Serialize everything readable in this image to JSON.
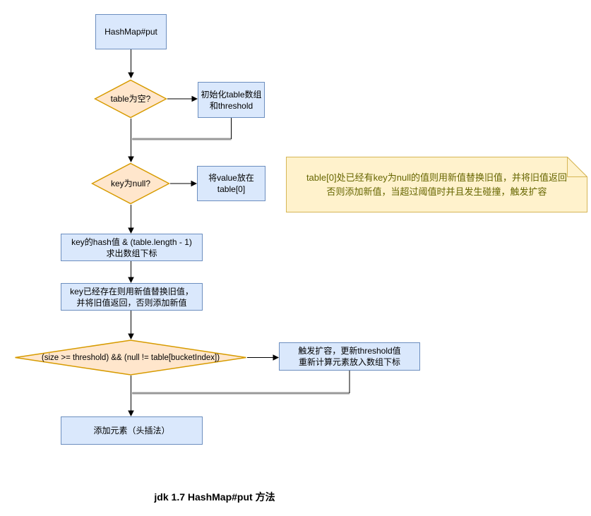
{
  "title": "jdk 1.7 HashMap#put 方法",
  "colors": {
    "process_fill": "#DAE8FC",
    "process_border": "#6C8EBF",
    "decision_fill": "#FFE6CC",
    "decision_border": "#D79B00",
    "note_fill": "#FFF2CC",
    "note_border": "#D6B656",
    "note_text": "#666600",
    "connector": "#000000",
    "connector_gray": "#999999"
  },
  "nodes": {
    "start": {
      "label": "HashMap#put"
    },
    "check_table_empty": {
      "label": "table为空?"
    },
    "init_table": {
      "lines": [
        "初始化table数组",
        "和threshold"
      ]
    },
    "check_key_null": {
      "label": "key为null?"
    },
    "put_value_table0": {
      "lines": [
        "将value放在",
        "table[0]"
      ]
    },
    "calc_index": {
      "lines": [
        "key的hash值 & (table.length - 1)",
        "求出数组下标"
      ]
    },
    "replace_or_add": {
      "lines": [
        "key已经存在则用新值替换旧值，",
        "并将旧值返回，否则添加新值"
      ]
    },
    "check_resize": {
      "label": "(size >= threshold) && (null != table[bucketIndex])"
    },
    "resize": {
      "lines": [
        "触发扩容，更新threshold值",
        "重新计算元素放入数组下标"
      ]
    },
    "add_element": {
      "label": "添加元素（头插法）"
    }
  },
  "note": {
    "lines": [
      "table[0]处已经有key为null的值则用新值替换旧值，并将旧值返回",
      "否则添加新值，当超过阈值时并且发生碰撞，触发扩容"
    ]
  }
}
